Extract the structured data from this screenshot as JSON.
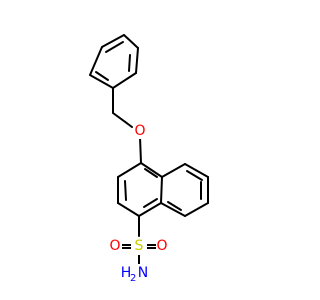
{
  "molecule": {
    "atoms": {
      "oxygen_ether": {
        "label": "O"
      },
      "sulfur": {
        "label": "S"
      },
      "oxygen_sulfonyl_left": {
        "label": "O"
      },
      "oxygen_sulfonyl_right": {
        "label": "O"
      },
      "amine_nitrogen": {
        "label": "N"
      },
      "amine_h2": {
        "label": "H",
        "subscript": "2"
      }
    }
  },
  "colors": {
    "bond": "#000000",
    "oxygen": "#ff0000",
    "sulfur": "#cccc00",
    "nitrogen": "#0000ff"
  }
}
